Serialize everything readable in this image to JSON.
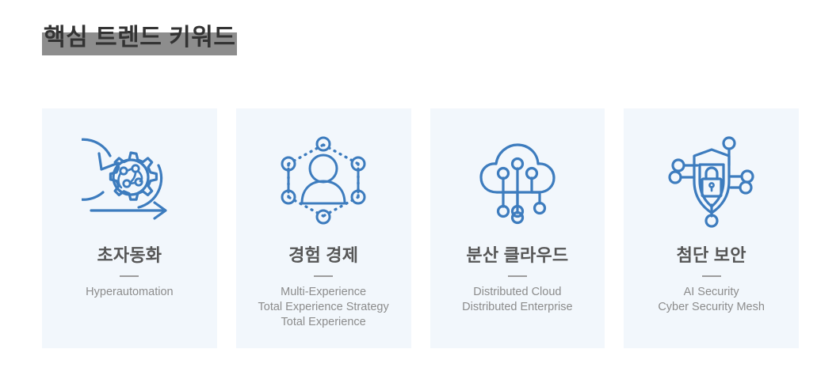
{
  "header": {
    "title": "핵심 트렌드 키워드",
    "highlight_color": "#8d8d8d",
    "text_color": "#333333"
  },
  "theme": {
    "page_background": "#ffffff",
    "card_background": "#f2f7fc",
    "icon_stroke": "#3d7cbe",
    "title_color": "#565656",
    "subtitle_color": "#8c8c8c",
    "divider_color": "#9d9d9d"
  },
  "cards": [
    {
      "icon": "gear-circuit-automation-icon",
      "title": "초자동화",
      "subtitle": "Hyperautomation"
    },
    {
      "icon": "person-hexagon-network-icon",
      "title": "경험 경제",
      "subtitle": "Multi-Experience\nTotal Experience Strategy\nTotal Experience"
    },
    {
      "icon": "cloud-nodes-icon",
      "title": "분산 클라우드",
      "subtitle": "Distributed Cloud\nDistributed Enterprise"
    },
    {
      "icon": "shield-lock-mesh-icon",
      "title": "첨단 보안",
      "subtitle": "AI Security\nCyber Security Mesh"
    }
  ]
}
